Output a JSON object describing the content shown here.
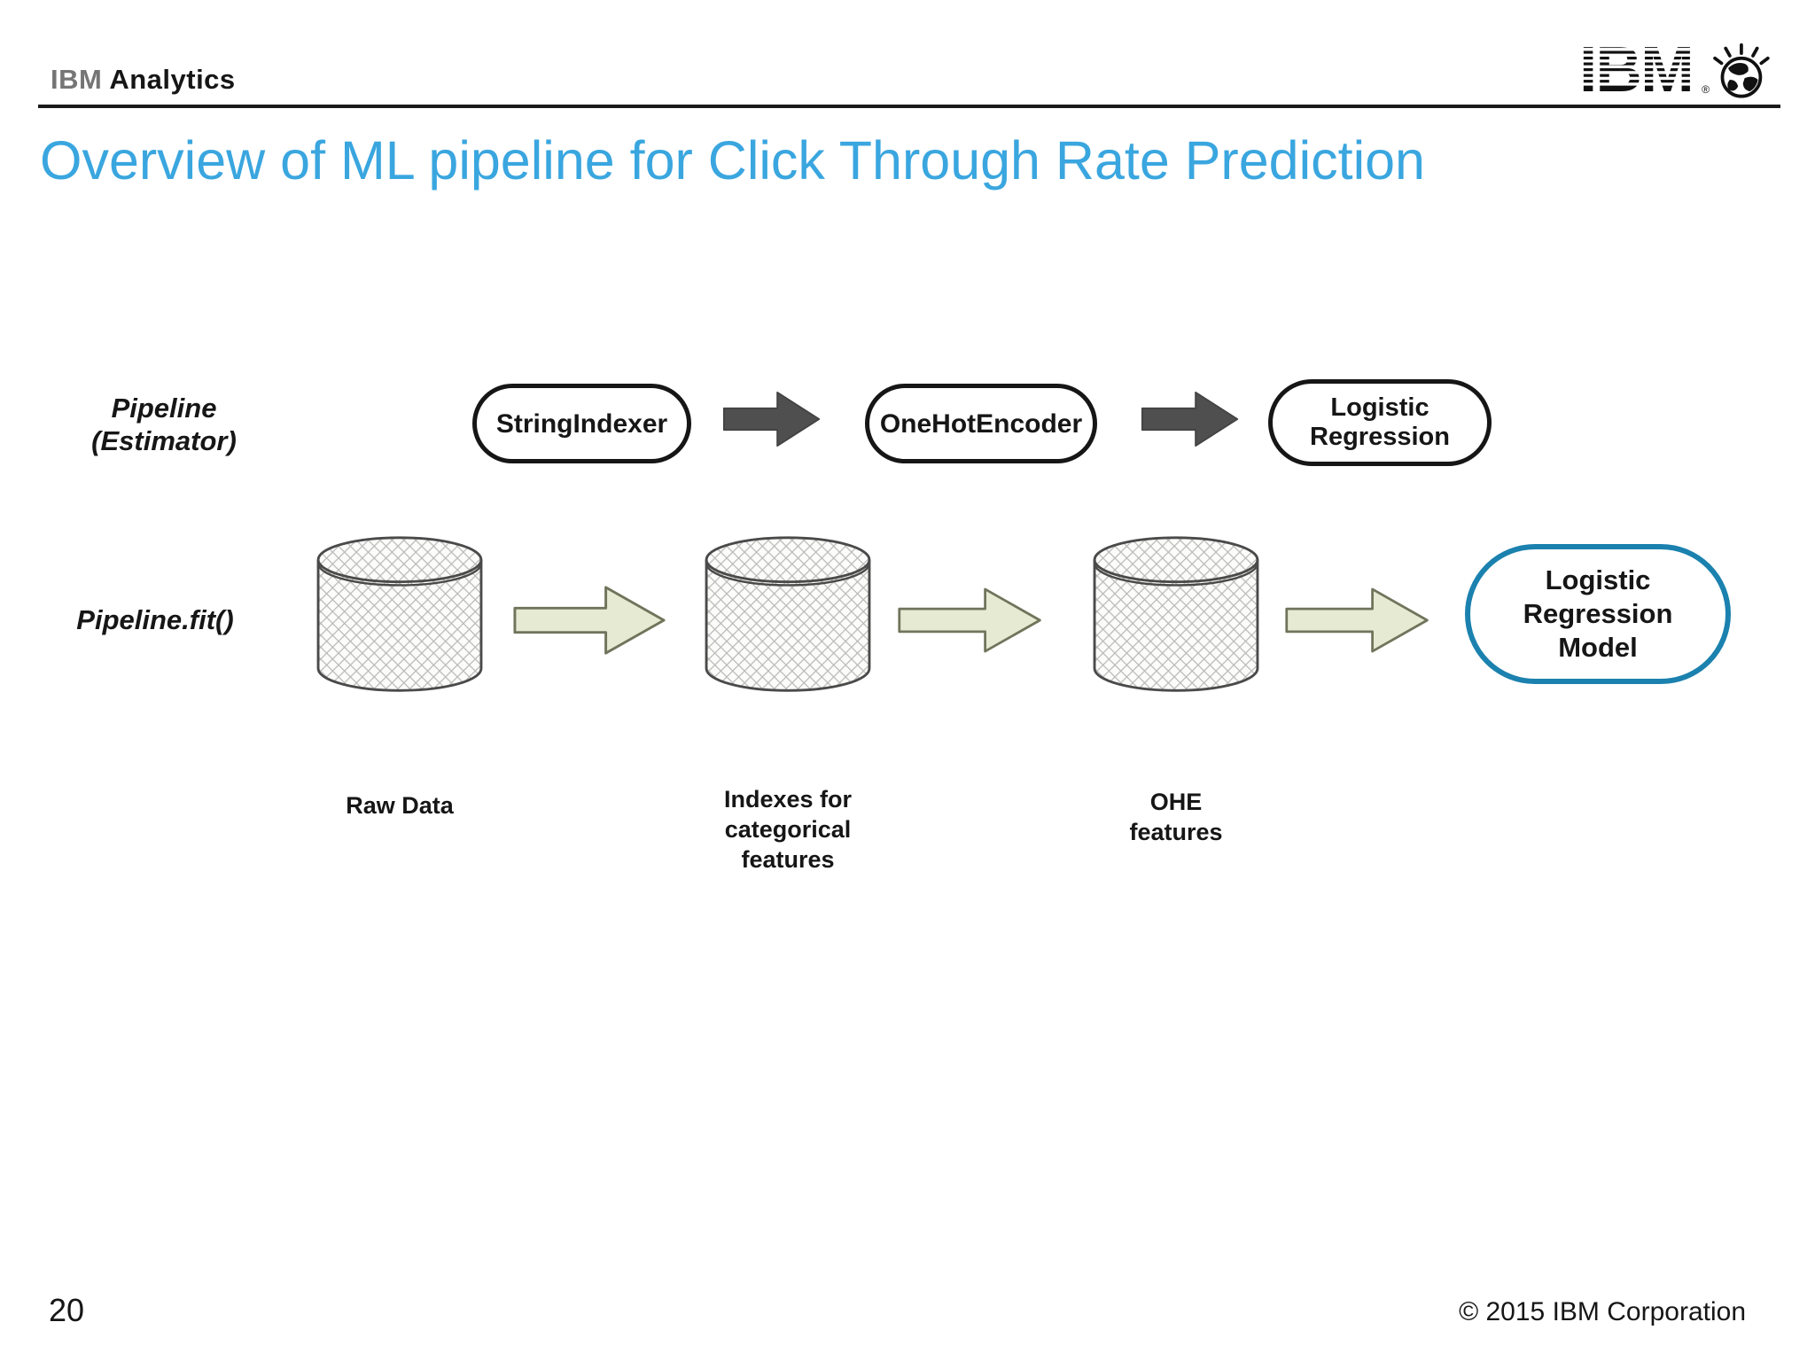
{
  "header": {
    "brand_ibm": "IBM",
    "brand_product": "Analytics"
  },
  "logo": {
    "wordmark": "IBM",
    "trademark": "®",
    "icon": "globe-icon"
  },
  "title": "Overview of ML pipeline for Click Through Rate Prediction",
  "colors": {
    "title_blue": "#3aa6df",
    "model_border_blue": "#1b81ae",
    "dark_arrow_gray": "#4f4f4f",
    "green_arrow_fill": "#e6ead2",
    "green_arrow_stroke": "#70745b",
    "pill_border_black": "#161616"
  },
  "diagram": {
    "estimator_row": {
      "label": "Pipeline\n(Estimator)",
      "node1": "StringIndexer",
      "node2": "OneHotEncoder",
      "node3": "Logistic\nRegression"
    },
    "fit_row": {
      "label": "Pipeline.fit()",
      "model": "Logistic\nRegression\nModel",
      "data1_label": "Raw Data",
      "data2_label": "Indexes for\ncategorical\nfeatures",
      "data3_label": "OHE\nfeatures"
    }
  },
  "footer": {
    "page_number": "20",
    "copyright": "© 2015 IBM Corporation"
  }
}
